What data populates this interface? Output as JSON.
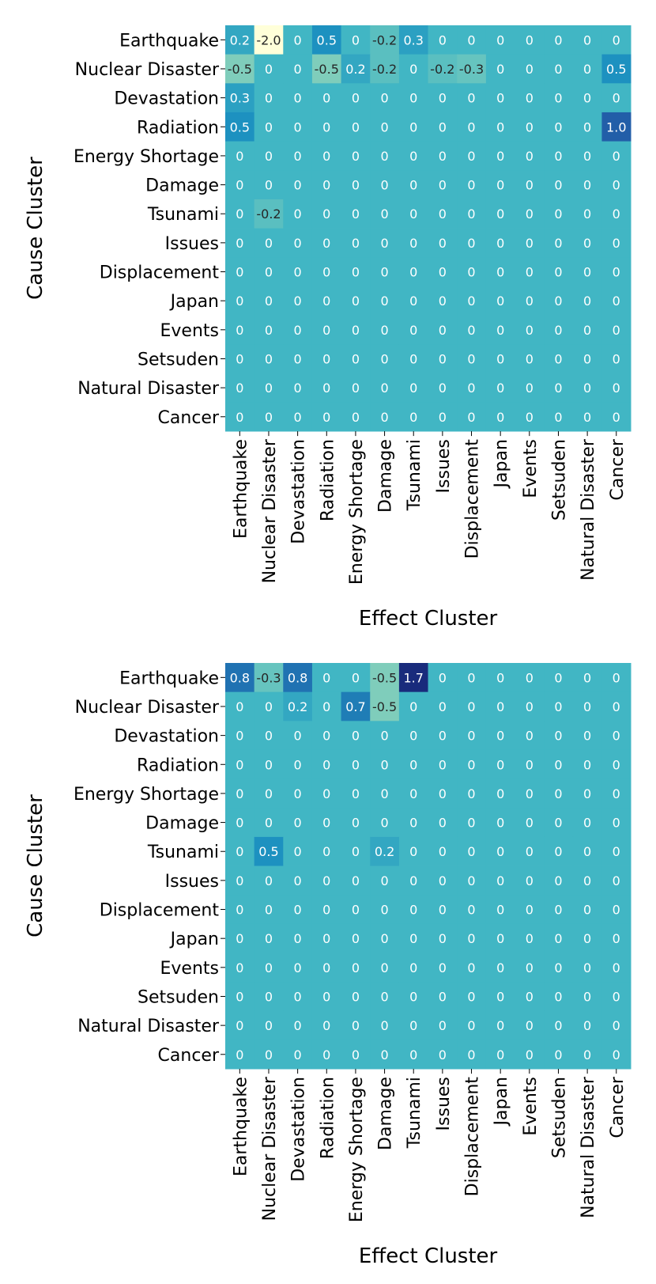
{
  "chart_data": [
    {
      "type": "heatmap",
      "title": "",
      "xlabel": "Effect Cluster",
      "ylabel": "Cause Cluster",
      "x_categories": [
        "Earthquake",
        "Nuclear Disaster",
        "Devastation",
        "Radiation",
        "Energy Shortage",
        "Damage",
        "Tsunami",
        "Issues",
        "Displacement",
        "Japan",
        "Events",
        "Setsuden",
        "Natural Disaster",
        "Cancer"
      ],
      "y_categories": [
        "Earthquake",
        "Nuclear Disaster",
        "Devastation",
        "Radiation",
        "Energy Shortage",
        "Damage",
        "Tsunami",
        "Issues",
        "Displacement",
        "Japan",
        "Events",
        "Setsuden",
        "Natural Disaster",
        "Cancer"
      ],
      "value_labels": [
        [
          "0.2",
          "-2.0",
          "0",
          "0.5",
          "0",
          "-0.2",
          "0.3",
          "0",
          "0",
          "0",
          "0",
          "0",
          "0",
          "0"
        ],
        [
          "-0.5",
          "0",
          "0",
          "-0.5",
          "0.2",
          "-0.2",
          "0",
          "-0.2",
          "-0.3",
          "0",
          "0",
          "0",
          "0",
          "0.5"
        ],
        [
          "0.3",
          "0",
          "0",
          "0",
          "0",
          "0",
          "0",
          "0",
          "0",
          "0",
          "0",
          "0",
          "0",
          "0"
        ],
        [
          "0.5",
          "0",
          "0",
          "0",
          "0",
          "0",
          "0",
          "0",
          "0",
          "0",
          "0",
          "0",
          "0",
          "1.0"
        ],
        [
          "0",
          "0",
          "0",
          "0",
          "0",
          "0",
          "0",
          "0",
          "0",
          "0",
          "0",
          "0",
          "0",
          "0"
        ],
        [
          "0",
          "0",
          "0",
          "0",
          "0",
          "0",
          "0",
          "0",
          "0",
          "0",
          "0",
          "0",
          "0",
          "0"
        ],
        [
          "0",
          "-0.2",
          "0",
          "0",
          "0",
          "0",
          "0",
          "0",
          "0",
          "0",
          "0",
          "0",
          "0",
          "0"
        ],
        [
          "0",
          "0",
          "0",
          "0",
          "0",
          "0",
          "0",
          "0",
          "0",
          "0",
          "0",
          "0",
          "0",
          "0"
        ],
        [
          "0",
          "0",
          "0",
          "0",
          "0",
          "0",
          "0",
          "0",
          "0",
          "0",
          "0",
          "0",
          "0",
          "0"
        ],
        [
          "0",
          "0",
          "0",
          "0",
          "0",
          "0",
          "0",
          "0",
          "0",
          "0",
          "0",
          "0",
          "0",
          "0"
        ],
        [
          "0",
          "0",
          "0",
          "0",
          "0",
          "0",
          "0",
          "0",
          "0",
          "0",
          "0",
          "0",
          "0",
          "0"
        ],
        [
          "0",
          "0",
          "0",
          "0",
          "0",
          "0",
          "0",
          "0",
          "0",
          "0",
          "0",
          "0",
          "0",
          "0"
        ],
        [
          "0",
          "0",
          "0",
          "0",
          "0",
          "0",
          "0",
          "0",
          "0",
          "0",
          "0",
          "0",
          "0",
          "0"
        ],
        [
          "0",
          "0",
          "0",
          "0",
          "0",
          "0",
          "0",
          "0",
          "0",
          "0",
          "0",
          "0",
          "0",
          "0"
        ]
      ],
      "colormap": "YlGnBu",
      "vmin": -2.0,
      "vmax": 2.0,
      "grid": false,
      "legend": "none"
    },
    {
      "type": "heatmap",
      "title": "",
      "xlabel": "Effect Cluster",
      "ylabel": "Cause Cluster",
      "x_categories": [
        "Earthquake",
        "Nuclear Disaster",
        "Devastation",
        "Radiation",
        "Energy Shortage",
        "Damage",
        "Tsunami",
        "Issues",
        "Displacement",
        "Japan",
        "Events",
        "Setsuden",
        "Natural Disaster",
        "Cancer"
      ],
      "y_categories": [
        "Earthquake",
        "Nuclear Disaster",
        "Devastation",
        "Radiation",
        "Energy Shortage",
        "Damage",
        "Tsunami",
        "Issues",
        "Displacement",
        "Japan",
        "Events",
        "Setsuden",
        "Natural Disaster",
        "Cancer"
      ],
      "value_labels": [
        [
          "0.8",
          "-0.3",
          "0.8",
          "0",
          "0",
          "-0.5",
          "1.7",
          "0",
          "0",
          "0",
          "0",
          "0",
          "0",
          "0"
        ],
        [
          "0",
          "0",
          "0.2",
          "0",
          "0.7",
          "-0.5",
          "0",
          "0",
          "0",
          "0",
          "0",
          "0",
          "0",
          "0"
        ],
        [
          "0",
          "0",
          "0",
          "0",
          "0",
          "0",
          "0",
          "0",
          "0",
          "0",
          "0",
          "0",
          "0",
          "0"
        ],
        [
          "0",
          "0",
          "0",
          "0",
          "0",
          "0",
          "0",
          "0",
          "0",
          "0",
          "0",
          "0",
          "0",
          "0"
        ],
        [
          "0",
          "0",
          "0",
          "0",
          "0",
          "0",
          "0",
          "0",
          "0",
          "0",
          "0",
          "0",
          "0",
          "0"
        ],
        [
          "0",
          "0",
          "0",
          "0",
          "0",
          "0",
          "0",
          "0",
          "0",
          "0",
          "0",
          "0",
          "0",
          "0"
        ],
        [
          "0",
          "0.5",
          "0",
          "0",
          "0",
          "0.2",
          "0",
          "0",
          "0",
          "0",
          "0",
          "0",
          "0",
          "0"
        ],
        [
          "0",
          "0",
          "0",
          "0",
          "0",
          "0",
          "0",
          "0",
          "0",
          "0",
          "0",
          "0",
          "0",
          "0"
        ],
        [
          "0",
          "0",
          "0",
          "0",
          "0",
          "0",
          "0",
          "0",
          "0",
          "0",
          "0",
          "0",
          "0",
          "0"
        ],
        [
          "0",
          "0",
          "0",
          "0",
          "0",
          "0",
          "0",
          "0",
          "0",
          "0",
          "0",
          "0",
          "0",
          "0"
        ],
        [
          "0",
          "0",
          "0",
          "0",
          "0",
          "0",
          "0",
          "0",
          "0",
          "0",
          "0",
          "0",
          "0",
          "0"
        ],
        [
          "0",
          "0",
          "0",
          "0",
          "0",
          "0",
          "0",
          "0",
          "0",
          "0",
          "0",
          "0",
          "0",
          "0"
        ],
        [
          "0",
          "0",
          "0",
          "0",
          "0",
          "0",
          "0",
          "0",
          "0",
          "0",
          "0",
          "0",
          "0",
          "0"
        ],
        [
          "0",
          "0",
          "0",
          "0",
          "0",
          "0",
          "0",
          "0",
          "0",
          "0",
          "0",
          "0",
          "0",
          "0"
        ]
      ],
      "colormap": "YlGnBu",
      "vmin": -2.0,
      "vmax": 2.0,
      "grid": false,
      "legend": "none"
    }
  ]
}
